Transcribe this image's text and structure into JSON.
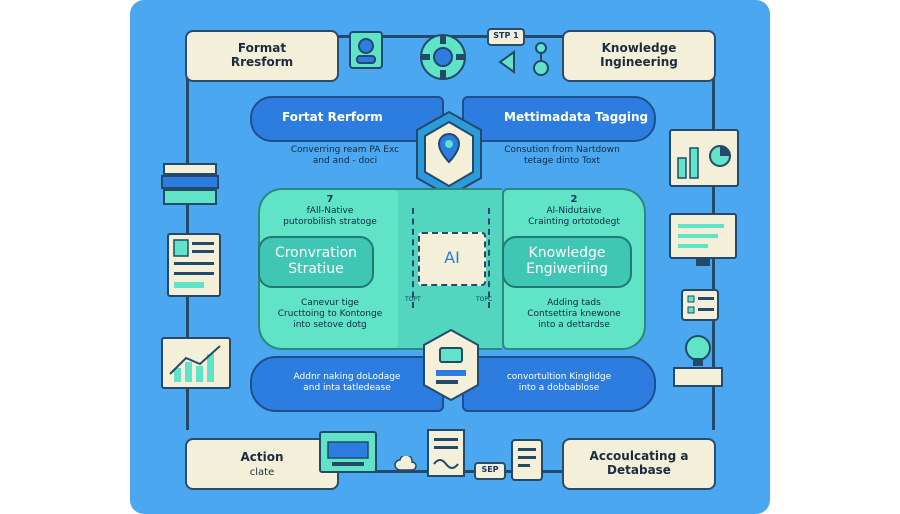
{
  "colors": {
    "panel": "#4ba8f0",
    "blue_bar": "#2d7de0",
    "teal": "#60e3c7",
    "cream": "#f3efd9",
    "outline": "#23496b"
  },
  "corners": {
    "top_left": "Format\nRresform",
    "top_right": "Knowledge\nIngineering",
    "bottom_left_title": "Action",
    "bottom_left_sub": "clate",
    "bottom_right": "Accoulcating a\nDetabase"
  },
  "step_label_top": "STP 1",
  "step_label_bottom": "SEP",
  "top_band": {
    "left_title": "Fortat Rerform",
    "right_title": "Mettimadata Tagging",
    "left_sub": "Converring ream PA Exc\nand and - doci",
    "right_sub": "Consution from Nartdown\ntetage dinto Toxt"
  },
  "middle": {
    "left_num": "7",
    "right_num": "2",
    "left_heading": "fAll-Native\nputorobilish stratoge",
    "right_heading": "Al-Nidutaive\nCrainting ortotodegt",
    "left_bubble": "Cronvration\nStratiue",
    "right_bubble": "Knowledge\nEngiweriing",
    "center_ai": "AI",
    "left_sub": "Canevur tige\nCructtoing to Kontonge\ninto setove dotg",
    "right_sub": "Adding tads\nContsettira knewone\ninto a dettardse",
    "tick_left": "TOPT",
    "tick_right": "TOPC"
  },
  "bottom_band": {
    "left_sub": "Addnr naking doLodage\nand inta tatledease",
    "right_sub": "convortultion Kinglidge\ninto a dobbablose"
  }
}
